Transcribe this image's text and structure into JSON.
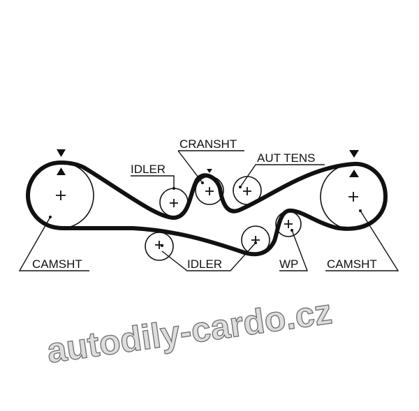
{
  "diagram": {
    "labels": {
      "camsht_left": "CAMSHT",
      "camsht_right": "CAMSHT",
      "idler_top": "IDLER",
      "idler_bottom": "IDLER",
      "cranksht": "CRANSHT",
      "aut_tens": "AUT TENS",
      "wp": "WP"
    },
    "watermark": "autodily-cardo.cz",
    "colors": {
      "belt": "#111111",
      "watermark": "#d8d8d8"
    }
  }
}
